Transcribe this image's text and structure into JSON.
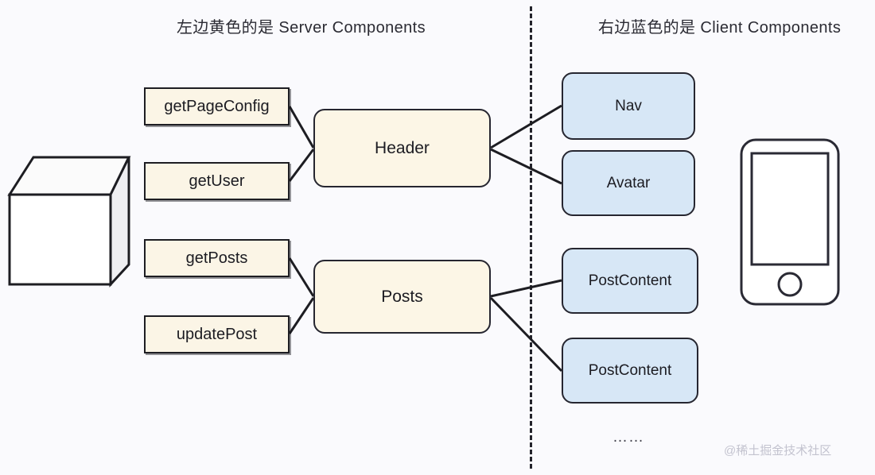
{
  "titles": {
    "server": "左边黄色的是 Server Components",
    "client": "右边蓝色的是 Client Components"
  },
  "server_functions": [
    {
      "label": "getPageConfig"
    },
    {
      "label": "getUser"
    },
    {
      "label": "getPosts"
    },
    {
      "label": "updatePost"
    }
  ],
  "server_components": [
    {
      "label": "Header"
    },
    {
      "label": "Posts"
    }
  ],
  "client_components": [
    {
      "label": "Nav"
    },
    {
      "label": "Avatar"
    },
    {
      "label": "PostContent"
    },
    {
      "label": "PostContent"
    }
  ],
  "ellipsis": "……",
  "watermark": "@稀土掘金技术社区",
  "icons": {
    "server": "server-cube-icon",
    "device": "mobile-phone-icon"
  },
  "colors": {
    "background": "#fafafd",
    "server_fill": "#fcf6e6",
    "client_fill": "#d7e7f6",
    "stroke": "#262630",
    "title_text": "#2b2b33",
    "watermark_text": "#c3c3cf"
  }
}
